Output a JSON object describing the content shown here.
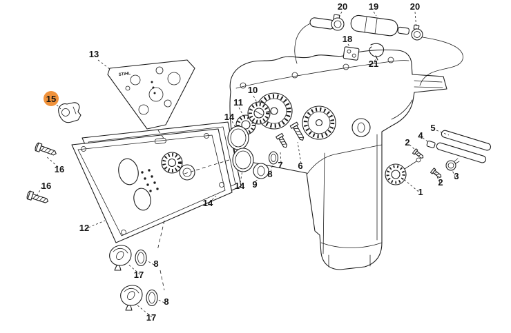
{
  "diagram": {
    "type": "exploded-parts-diagram",
    "background_color": "#ffffff",
    "line_color": "#1c1c1c",
    "highlight_color": "#f0923b",
    "brand_text": "STIHL",
    "callouts": [
      "20",
      "19",
      "20",
      "18",
      "21",
      "13",
      "10",
      "11",
      "14",
      "16",
      "16",
      "14",
      "14",
      "12",
      "9",
      "8",
      "7",
      "6",
      "5",
      "4",
      "2",
      "2",
      "3",
      "1",
      "8",
      "17",
      "8",
      "17"
    ],
    "highlighted_callout": "15"
  }
}
